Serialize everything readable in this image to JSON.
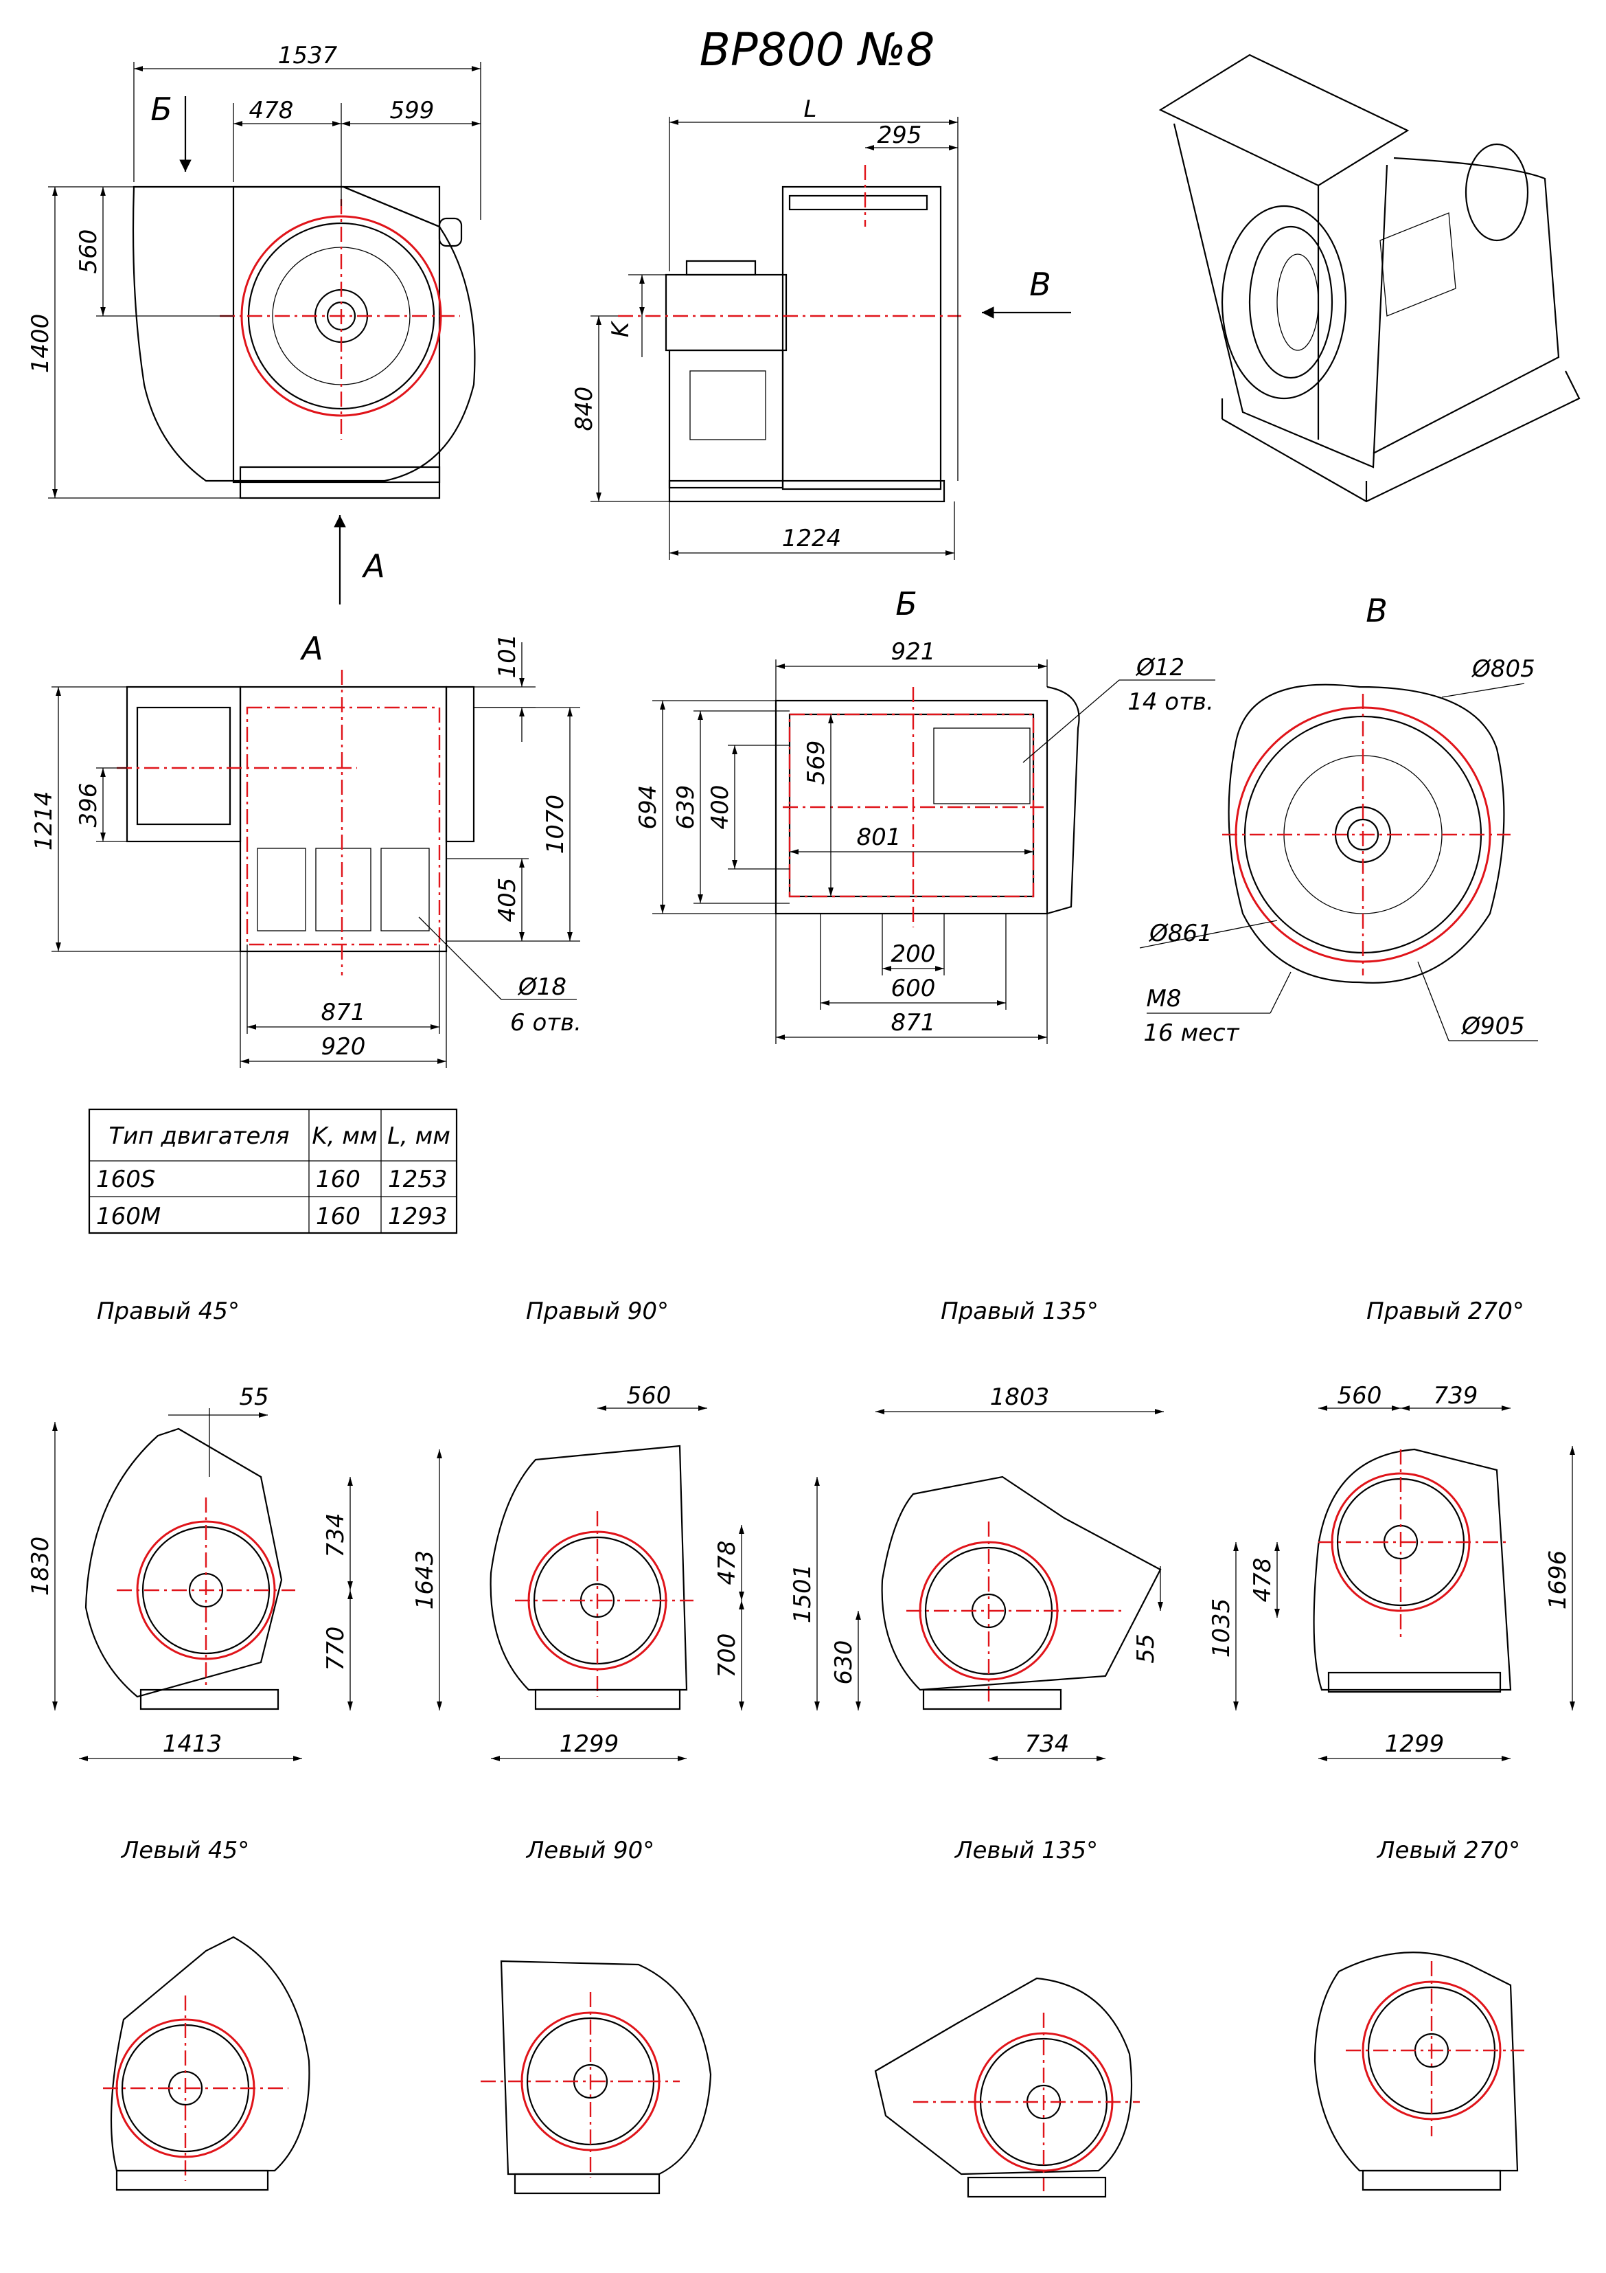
{
  "title": "ВР800 №8",
  "main_views": {
    "front_dims": [
      "1537",
      "478",
      "599",
      "560",
      "1400"
    ],
    "front_view_arrows": [
      "Б",
      "А"
    ],
    "side_dims": [
      "L",
      "295",
      "K",
      "840",
      "1224"
    ],
    "side_view_arrow": "В"
  },
  "view_a": {
    "label": "А",
    "dims": [
      "101",
      "1214",
      "396",
      "1070",
      "405",
      "871",
      "920"
    ],
    "hole_note": [
      "Ø18",
      "6 отв."
    ]
  },
  "view_b": {
    "label": "Б",
    "dims": [
      "921",
      "694",
      "639",
      "400",
      "569",
      "801",
      "200",
      "600",
      "871"
    ],
    "hole_note": [
      "Ø12",
      "14 отв."
    ]
  },
  "view_v": {
    "label": "В",
    "dims": [
      "Ø805",
      "Ø861",
      "Ø905"
    ],
    "thread_note": [
      "М8",
      "16 мест"
    ]
  },
  "motor_table": {
    "headers": [
      "Тип двигателя",
      "K, мм",
      "L, мм"
    ],
    "rows": [
      [
        "160S",
        "160",
        "1253"
      ],
      [
        "160M",
        "160",
        "1293"
      ]
    ]
  },
  "right_variants": [
    {
      "label": "Правый 45°",
      "dims": [
        "55",
        "1830",
        "734",
        "770",
        "1413"
      ]
    },
    {
      "label": "Правый 90°",
      "dims": [
        "560",
        "1643",
        "478",
        "700",
        "1299"
      ]
    },
    {
      "label": "Правый 135°",
      "dims": [
        "1803",
        "1501",
        "630",
        "55",
        "734"
      ]
    },
    {
      "label": "Правый 270°",
      "dims": [
        "560",
        "739",
        "1696",
        "478",
        "1035",
        "1299"
      ]
    }
  ],
  "left_variants": [
    {
      "label": "Левый 45°"
    },
    {
      "label": "Левый 90°"
    },
    {
      "label": "Левый 135°"
    },
    {
      "label": "Левый 270°"
    }
  ],
  "colors": {
    "outline": "#000000",
    "centerline": "#e0141a",
    "background": "#ffffff"
  }
}
